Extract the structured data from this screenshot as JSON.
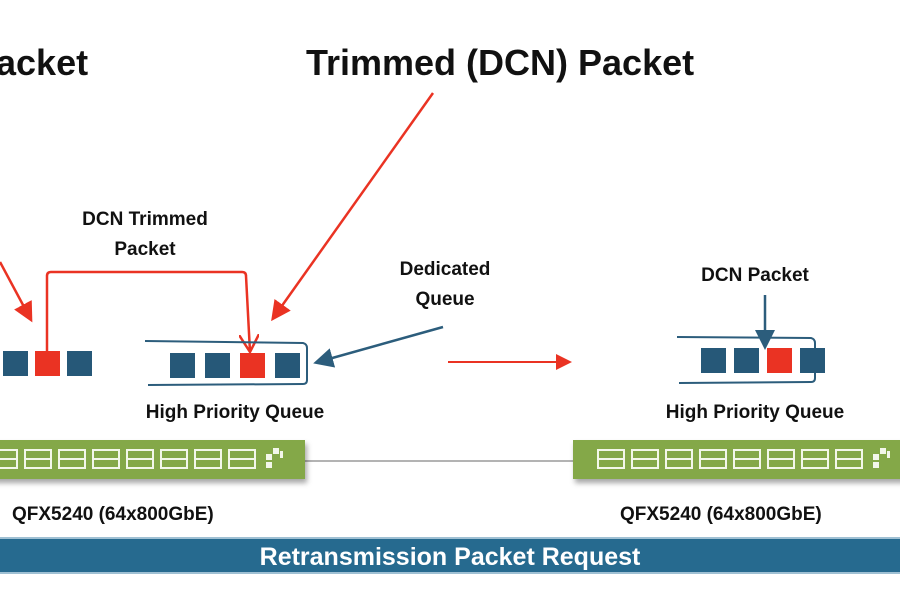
{
  "titles": {
    "left_partial": "acket",
    "right": "Trimmed (DCN) Packet"
  },
  "labels": {
    "dcn_trimmed_line1": "DCN Trimmed",
    "dcn_trimmed_line2": "Packet",
    "dedicated_line1": "Dedicated",
    "dedicated_line2": "Queue",
    "dcn_packet": "DCN Packet",
    "hpq_left": "High Priority Queue",
    "hpq_right": "High Priority Queue"
  },
  "switches": [
    {
      "model": "QFX5240 (64x800GbE)"
    },
    {
      "model": "QFX5240 (64x800GbE)"
    }
  ],
  "banner": "Retransmission Packet Request",
  "colors": {
    "packet_normal": "#265878",
    "packet_trimmed": "#ea3323",
    "arrow_red": "#ea3323",
    "arrow_blue": "#2c5d7c",
    "switch_green": "#84a848",
    "banner_blue": "#266a8f"
  },
  "queues": {
    "left_ingress": [
      "normal",
      "trimmed",
      "normal"
    ],
    "left_high_priority": [
      "normal",
      "normal",
      "trimmed",
      "normal"
    ],
    "right_high_priority": [
      "normal",
      "normal",
      "trimmed",
      "normal"
    ]
  }
}
